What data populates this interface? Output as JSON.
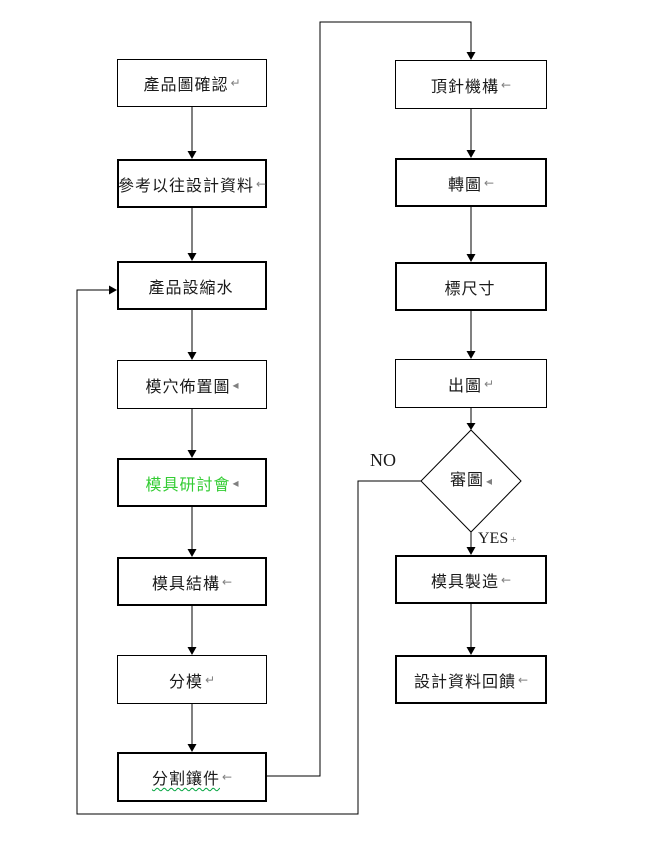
{
  "flowchart": {
    "nodes": {
      "n1": {
        "label": "產品圖確認",
        "mark": "↵"
      },
      "n2": {
        "label": "參考以往設計資料",
        "mark": "←"
      },
      "n3": {
        "label": "產品設縮水",
        "mark": ""
      },
      "n4": {
        "label": "模穴佈置圖",
        "mark": "◂"
      },
      "n5": {
        "label": "模具研討會",
        "mark": "◂"
      },
      "n6": {
        "label": "模具結構",
        "mark": "←"
      },
      "n7": {
        "label": "分模",
        "mark": "↵"
      },
      "n8": {
        "label": "分割鑲件",
        "mark": "←"
      },
      "r1": {
        "label": "頂針機構",
        "mark": "←"
      },
      "r2": {
        "label": "轉圖",
        "mark": "←"
      },
      "r3": {
        "label": "標尺寸",
        "mark": ""
      },
      "r4": {
        "label": "出圖",
        "mark": "↵"
      },
      "d1": {
        "label": "審圖",
        "mark": "◂"
      },
      "r5": {
        "label": "模具製造",
        "mark": "←"
      },
      "r6": {
        "label": "設計資料回饋",
        "mark": "←"
      }
    },
    "branch_labels": {
      "no": "NO",
      "yes": "YES",
      "yes_mark": "+"
    },
    "colors": {
      "line": "#000000",
      "meeting_text_green": "#33cc33",
      "spellcheck_squiggle_green": "#00a33d",
      "format_mark_gray": "#808080",
      "background": "#ffffff"
    }
  }
}
